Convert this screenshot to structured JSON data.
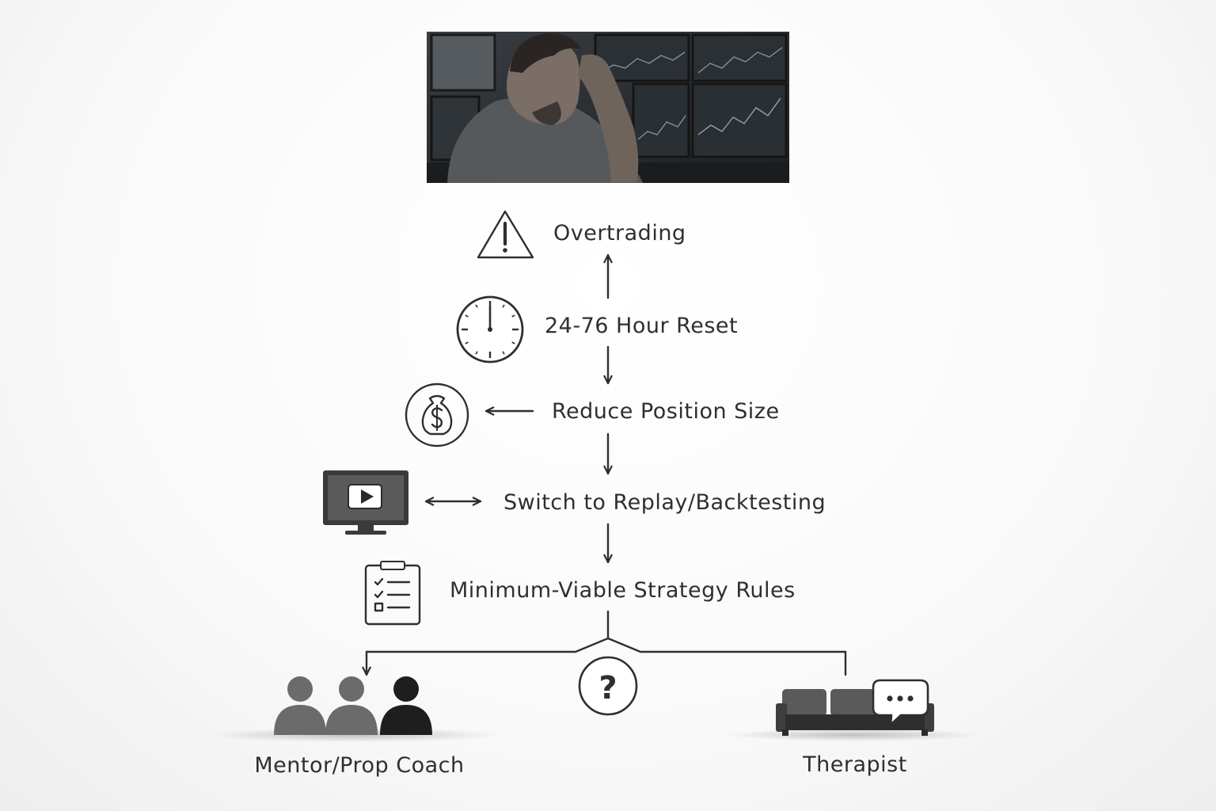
{
  "photo": {
    "subject": "stressed-trader-at-monitors"
  },
  "steps": {
    "overtrading": "Overtrading",
    "reset": "24-76 Hour Reset",
    "reduce": "Reduce Position Size",
    "replay": "Switch to Replay/Backtesting",
    "rules": "Minimum-Viable Strategy Rules"
  },
  "branches": {
    "mentor": "Mentor/Prop Coach",
    "therapist": "Therapist",
    "question_mark": "?"
  },
  "icons": [
    "warning-icon",
    "clock-icon",
    "money-bag-icon",
    "video-monitor-icon",
    "checklist-icon",
    "question-icon",
    "people-group-icon",
    "couch-speech-icon"
  ]
}
